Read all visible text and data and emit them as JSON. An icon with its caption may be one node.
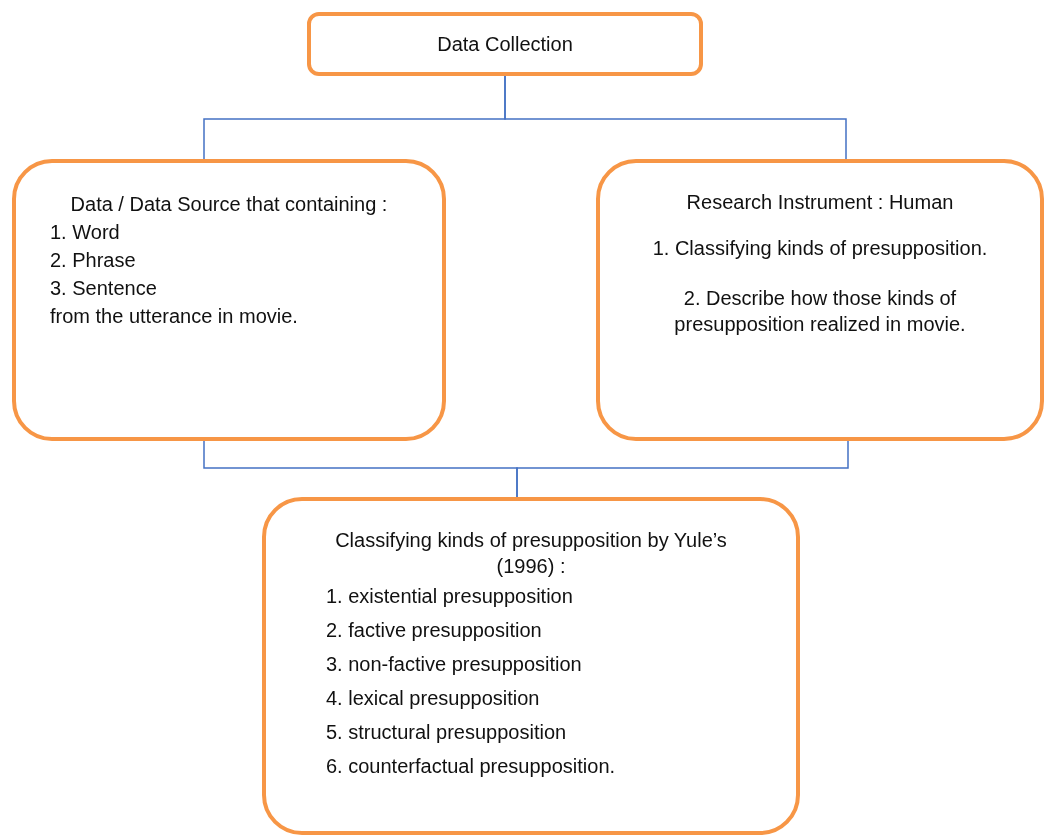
{
  "diagram": {
    "nodes": [
      {
        "text": [
          "Data Collection"
        ]
      },
      {
        "text": [
          "Data / Data Source that containing :",
          "1. Word",
          "2. Phrase",
          "3. Sentence",
          "from the utterance in movie."
        ]
      },
      {
        "text": [
          "Research Instrument  : Human",
          "1. Classifying kinds of presupposition.",
          "2. Describe how those kinds of presupposition realized in movie."
        ]
      },
      {
        "text": [
          "Classifying  kinds of presupposition by Yule’s (1996) :",
          "1.  existential presupposition",
          "2. factive presupposition",
          "3. non-factive presupposition",
          "4. lexical presupposition",
          "5. structural presupposition",
          "6. counterfactual presupposition."
        ]
      }
    ],
    "edges": [
      {
        "from": 0,
        "to": 1,
        "arrow": "none"
      },
      {
        "from": 0,
        "to": 2,
        "arrow": "none"
      },
      {
        "from": 1,
        "to": 3,
        "arrow": "none"
      },
      {
        "from": 2,
        "to": 3,
        "arrow": "none"
      }
    ]
  }
}
